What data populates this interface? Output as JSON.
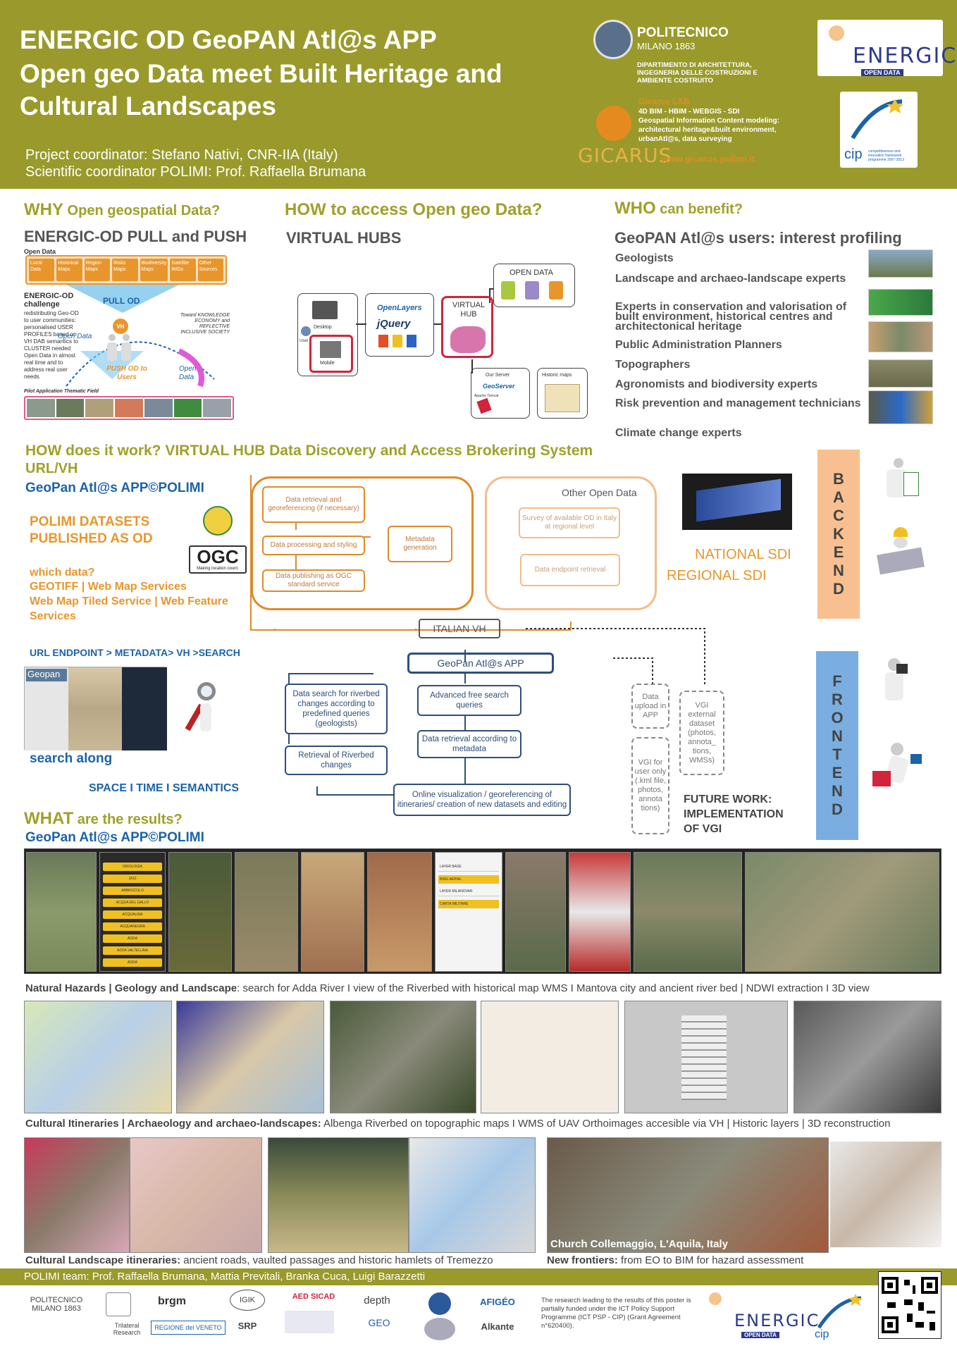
{
  "header": {
    "title_lines": [
      "ENERGIC OD GeoPAN Atl@s APP",
      "Open geo Data meet Built Heritage and",
      "Cultural Landscapes"
    ],
    "coordinators": [
      "Project coordinator: Stefano Nativi, CNR-IIA (Italy)",
      "Scientific coordinator POLIMI: Prof. Raffaella Brumana"
    ],
    "polimi": {
      "name": "POLITECNICO",
      "city": "MILANO 1863",
      "dept": "DIPARTIMENTO DI ARCHITETTURA, INGEGNERIA DELLE COSTRUZIONI E AMBIENTE COSTRUITO"
    },
    "gicarus": {
      "head": "Gicarus LAB",
      "lines": [
        "4D BIM  - HBIM - WEBGIS - SDI",
        "Geospatial Information Content modeling:",
        "architectural heritage&built environment,",
        "urbanAtl@s, data surveying"
      ],
      "wordmark": "GICARUS",
      "url": "www.gicarus.polimi.it"
    },
    "energic": {
      "word": "ENERGIC",
      "sub": "OPEN DATA"
    },
    "cip": {
      "word": "cip",
      "caption": "competitiveness and innovation framework programme 2007-2013"
    }
  },
  "why": {
    "title_big": "WHY",
    "title_rest": " Open geospatial Data?",
    "subtitle": "ENERGIC-OD PULL and PUSH",
    "open_data_label": "Open Data",
    "data_items": [
      "Local Data",
      "Historical Maps",
      "Region Maps",
      "Risks Maps",
      "Biodiversity Maps",
      "Satellite IMGs",
      "Other Sources"
    ],
    "pull_od": "PULL OD",
    "challenge_title": "ENERGIC-OD challenge",
    "challenge_text": "redistributing Geo-OD to user communities: personalised USER PROFILES based on VH DAB semantics to CLUSTER needed Open Data in almost real time and to address real user needs",
    "toward": "Toward KNOWLEDGE ECONOMY and REFLECTIVE INCLUSIVE SOCIETY",
    "open_data_push": "Open Data",
    "push_od": "PUSH OD to Users",
    "open_data_arc": "Open Data",
    "vh": "VH",
    "pilot": "Pilot Application Thematic Field"
  },
  "how_access": {
    "title_big": "HOW",
    "title_rest": " to access Open geo Data?",
    "subtitle": "VIRTUAL HUBS",
    "open_data": "OPEN DATA",
    "virtual_hub": "VIRTUAL HUB",
    "desktop": "Desktop",
    "mobile": "Mobile",
    "user": "User",
    "openlayers": "OpenLayers",
    "jquery": "jQuery",
    "our_server": "Our Server",
    "geoserver": "GeoServer",
    "apache": "Apache Tomcat",
    "historic_maps": "Historic maps"
  },
  "who": {
    "title_big": "WHO",
    "title_rest": " can benefit?",
    "subtitle": "GeoPAN Atl@s users: interest profiling",
    "items": [
      "Geologists",
      "Landscape and archaeo-landscape experts",
      "Experts in conservation and valorisation of built environment, historical centres and architectonical heritage",
      "Public Administration Planners",
      "Topographers",
      "Agronomists and  biodiversity experts",
      "Risk prevention and management technicians",
      "Climate change experts"
    ]
  },
  "how_works": {
    "title": "HOW does it work? VIRTUAL HUB Data Discovery and Access Brokering System",
    "url_vh": "URL/VH",
    "app_title": "GeoPan Atl@s APP©POLIMI",
    "polimi_datasets": [
      "POLIMI DATASETS",
      "PUBLISHED AS OD"
    ],
    "ogc": "OGC",
    "ogc_sub": "Making location count.",
    "which_data": "which data?",
    "services": [
      "GEOTIFF | Web Map Services",
      "Web Map Tiled Service | Web Feature",
      "Services"
    ],
    "endpoint": "URL ENDPOINT > METADATA> VH >SEARCH",
    "geopan_label": "Geopan",
    "search_along": "search along",
    "space_time": "SPACE I TIME I SEMANTICS",
    "polimi_boxes": [
      "Data retrieval and georeferencing (if necessary)",
      "Data processing and styling",
      "Data publishing as OGC standard service"
    ],
    "metadata_gen": "Metadata generation",
    "other_open": "Other Open Data",
    "survey": "Survey of available  OD in Italy at regional level",
    "endpoint_retrieval": "Data endpoint retrieval",
    "national_sdi": "NATIONAL SDI",
    "regional_sdi": "REGIONAL SDI",
    "italian_vh": "ITALIAN VH",
    "geopan_app": "GeoPan Atl@s APP",
    "flow_left": [
      "Data search for riverbed changes according to predefined queries (geologists)",
      "Retrieval of Riverbed changes"
    ],
    "flow_mid": [
      "Advanced free search queries",
      "Data retrieval according to metadata"
    ],
    "online_viz": "Online visualization / georeferencing of itineraries/ creation of new datasets and editing",
    "data_upload": "Data upload in APP",
    "vgi_user": "VGI for user only (.kml file, photos, annota tions)",
    "vgi_ext": "VGI external dataset (photos, annota_ tions, WMSs)",
    "future_work": [
      "FUTURE WORK:",
      "IMPLEMENTATION",
      "OF VGI"
    ],
    "backend": "BACKEND",
    "frontend": "FRONTEND"
  },
  "what": {
    "title_big": "WHAT",
    "title_rest": " are the results?",
    "app_title": "GeoPan Atl@s APP©POLIMI",
    "caption1_bold": "Natural Hazards | Geology and Landscape",
    "caption1_rest": ": search for Adda River I view of the Riverbed with historical map WMS I Mantova city and ancient river bed | NDWI  extraction I 3D view",
    "caption2_bold": "Cultural Itineraries | Archaeology and archaeo-landscapes:",
    "caption2_rest": " Albenga Riverbed on topographic maps I WMS of UAV Orthoimages accesible via VH | Historic layers | 3D reconstruction",
    "caption3_bold": "Cultural Landscape itineraries:",
    "caption3_rest": " ancient roads, vaulted passages and historic hamlets of Tremezzo",
    "church": "Church Collemaggio, L'Aquila, Italy",
    "new_frontiers_bold": "New frontiers:",
    "new_frontiers_rest": " from EO to BIM for hazard assessment",
    "phone_menu": [
      "IDROLOGIA",
      "1812",
      "ABBROCOLO",
      "ACQUA DEL GALLO",
      "ACQUALINA",
      "ACQUANEGRA",
      "ADDA",
      "ADDA VALTELLINA",
      "ADDA"
    ],
    "layers_menu": [
      "LAYER BASE",
      "BING AERIAL",
      "LAYER MILANOVAR",
      "CARTA MILITARE"
    ]
  },
  "footer": {
    "team": "POLIMI team: Prof. Raffaella Brumana, Mattia Previtali, Branka Cuca, Luigi Barazzetti",
    "partners": [
      "POLITECNICO MILANO 1863",
      "brgm",
      "IGIK",
      "AED SICAD",
      "depth",
      "GEO",
      "AFIGÉO",
      "Alkante",
      "SRP",
      "Trilateral Research",
      "REGIONE del VENETO"
    ],
    "funding": "The research leading to the results of this poster is partially funded under the ICT Policy Support Programme (ICT PSP -  CIP) (Grant Agreement n°620400).",
    "energic": "ENERGIC",
    "energic_sub": "OPEN DATA"
  },
  "colors": {
    "olive": "#9a9a2c",
    "orange": "#e8962c",
    "blue": "#1c63a8",
    "navy": "#2e4e78"
  }
}
